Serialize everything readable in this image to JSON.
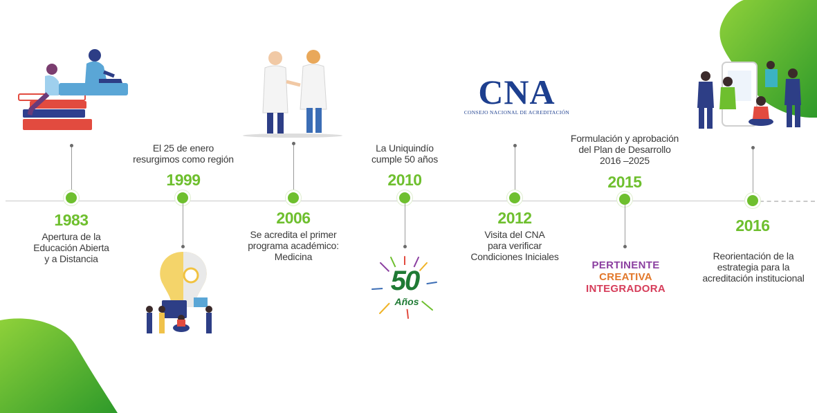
{
  "events": [
    {
      "year": "1983",
      "lines": [
        "Apertura de la",
        "Educación Abierta",
        "y a Distancia"
      ]
    },
    {
      "year": "1999",
      "lines": [
        "El 25 de enero",
        "resurgimos como región"
      ]
    },
    {
      "year": "2006",
      "lines": [
        "Se acredita el primer",
        "programa académico:",
        "Medicina"
      ]
    },
    {
      "year": "2010",
      "lines": [
        "La Uniquindío",
        "cumple 50 años"
      ]
    },
    {
      "year": "2012",
      "lines": [
        "Visita del CNA",
        "para verificar",
        "Condiciones Iniciales"
      ]
    },
    {
      "year": "2015",
      "lines": [
        "Formulación y aprobación",
        "del Plan de Desarrollo",
        "2016 –2025"
      ]
    },
    {
      "year": "2016",
      "lines": [
        "Reorientación de la",
        "estrategia para la",
        "acreditación institucional"
      ]
    }
  ],
  "cna_logo": {
    "word": "CNA",
    "subtitle": "CONSEJO NACIONAL DE ACREDITACIÓN"
  },
  "anniversary_badge": {
    "number": "50",
    "word": "Años"
  },
  "slogan": [
    "PERTINENTE",
    "CREATIVA",
    "INTEGRADORA"
  ],
  "colors": {
    "accent": "#6ebf2e",
    "text": "#3a3a3a",
    "line": "#c9c9c9",
    "cna_blue": "#1d3f8f"
  }
}
